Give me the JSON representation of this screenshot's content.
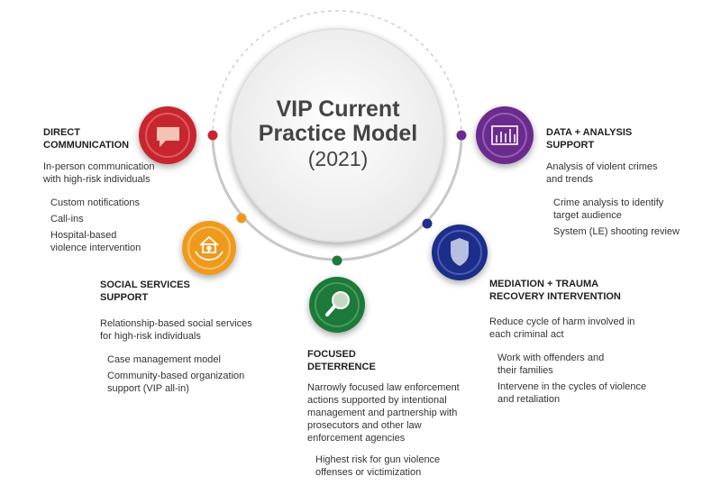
{
  "center": {
    "title_line1": "VIP Current",
    "title_line2": "Practice Model",
    "title_line3": "(2021)"
  },
  "sections": {
    "direct": {
      "heading": "DIRECT\nCOMMUNICATION",
      "description": "In-person communication\nwith high-risk individuals",
      "bullets": [
        "Custom notifications",
        "Call-ins",
        "Hospital-based\nviolence intervention"
      ],
      "color": "#c8262e",
      "icon": "speech-bubble-icon"
    },
    "social": {
      "heading": "SOCIAL SERVICES\nSUPPORT",
      "description": "Relationship-based social services\nfor high-risk individuals",
      "bullets": [
        "Case management model",
        "Community-based organization\nsupport (VIP all-in)"
      ],
      "color": "#ef9a1e",
      "icon": "house-in-hands-icon"
    },
    "focused": {
      "heading": "FOCUSED\nDETERRENCE",
      "description": "Narrowly focused law enforcement\nactions supported by intentional\nmanagement and partnership with\nprosecutors and other law\nenforcement agencies",
      "bullets": [
        "Highest risk for gun violence\noffenses or victimization"
      ],
      "color": "#1e7a3a",
      "icon": "magnifying-glass-icon"
    },
    "mediation": {
      "heading": "MEDIATION + TRAUMA\nRECOVERY INTERVENTION",
      "description": "Reduce cycle of harm involved in\neach criminal act",
      "bullets": [
        "Work with offenders and\ntheir families",
        "Intervene in the cycles of violence\nand retaliation"
      ],
      "color": "#1f2f8a",
      "icon": "shield-icon"
    },
    "data": {
      "heading": "DATA + ANALYSIS\nSUPPORT",
      "description": "Analysis of violent crimes\nand trends",
      "bullets": [
        "Crime analysis to identify\ntarget audience",
        "System (LE) shooting review"
      ],
      "color": "#6a2c8e",
      "icon": "bar-chart-icon"
    }
  }
}
